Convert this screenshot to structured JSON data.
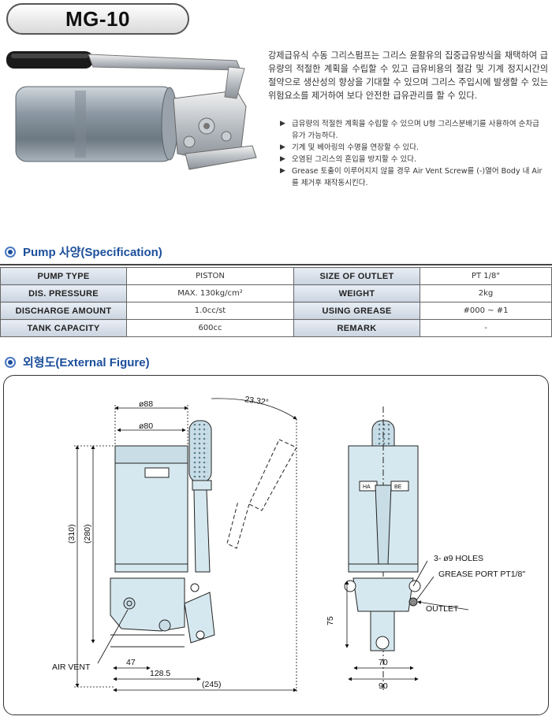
{
  "header": {
    "model": "MG-10"
  },
  "description": {
    "paragraph": "강제급유식 수동 그리스펌프는 그리스 윤활유의 집중급유방식을 채택하여 급유량의 적절한 계획을 수립할 수 있고 급유비용의 절감 및 기계 정지시간의 절약으로 생산성의 향상을 기대할 수 있으며 그리스 주입시에 발생할 수 있는 위험요소를 제거하여 보다 안전한 급유관리를 할 수 있다.",
    "bullets": [
      "급유량의 적절한 계획을 수립할 수 있으며 U형 그리스분배기를 사용하여 순차급유가 가능하다.",
      "기계 및 베아링의 수명을 연장할 수 있다.",
      "오염된 그리스의 혼입을 방지할 수 있다.",
      "Grease 토출이 이루어지지 않을 경우 Air Vent Screw를 (-)열어 Body 내 Air를 제거후 재작동시킨다."
    ],
    "bullet_icon": "triangle-right-icon"
  },
  "spec_section": {
    "title": "Pump 사양(Specification)",
    "rows": [
      {
        "label1": "PUMP TYPE",
        "value1": "PISTON",
        "label2": "SIZE OF OUTLET",
        "value2": "PT 1/8\""
      },
      {
        "label1": "DIS. PRESSURE",
        "value1": "MAX. 130kg/cm²",
        "label2": "WEIGHT",
        "value2": "2kg"
      },
      {
        "label1": "DISCHARGE AMOUNT",
        "value1": "1.0cc/st",
        "label2": "USING GREASE",
        "value2": "#000 ~ #1"
      },
      {
        "label1": "TANK CAPACITY",
        "value1": "600cc",
        "label2": "REMARK",
        "value2": "-"
      }
    ]
  },
  "figure_section": {
    "title": "외형도(External Figure)",
    "dims": {
      "d88": "ø88",
      "d80": "ø80",
      "angle": "23.32°",
      "h310": "(310)",
      "h280": "(280)",
      "w47": "47",
      "w128": "128.5",
      "w245": "(245)",
      "h75": "75",
      "w70": "70",
      "w90": "90"
    },
    "labels": {
      "air_vent": "AIR VENT",
      "holes": "3- ø9 HOLES",
      "grease_port": "GREASE PORT PT1/8\"",
      "outlet": "OUTLET",
      "ha": "HA",
      "be": "BE"
    }
  },
  "colors": {
    "accent_blue": "#1b4e9b",
    "drawing_fill": "#d6e8ef",
    "label_fill": "#d3dbe6"
  }
}
